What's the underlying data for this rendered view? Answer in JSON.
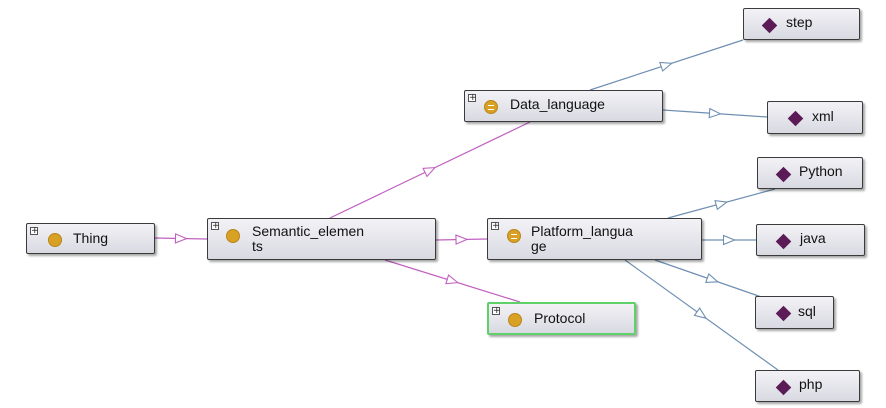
{
  "colors": {
    "class_edge": "#c060c0",
    "instance_edge": "#6f8fb2",
    "class_icon": "#d9a123",
    "individual_icon": "#5b1b57",
    "selected_border": "#5fd16a"
  },
  "expander_symbol": "+",
  "nodes": {
    "thing": {
      "label": "Thing",
      "icon": "class-icon"
    },
    "semantic_elements": {
      "label": "Semantic_elemen\nts",
      "icon": "class-icon"
    },
    "data_language": {
      "label": "Data_language",
      "icon": "equivalent-class-icon"
    },
    "platform_language": {
      "label": "Platform_langua\nge",
      "icon": "equivalent-class-icon"
    },
    "protocol": {
      "label": "Protocol",
      "icon": "class-icon",
      "selected": true
    },
    "step": {
      "label": "step",
      "icon": "individual-icon"
    },
    "xml": {
      "label": "xml",
      "icon": "individual-icon"
    },
    "python": {
      "label": "Python",
      "icon": "individual-icon"
    },
    "java": {
      "label": "java",
      "icon": "individual-icon"
    },
    "sql": {
      "label": "sql",
      "icon": "individual-icon"
    },
    "php": {
      "label": "php",
      "icon": "individual-icon"
    }
  }
}
